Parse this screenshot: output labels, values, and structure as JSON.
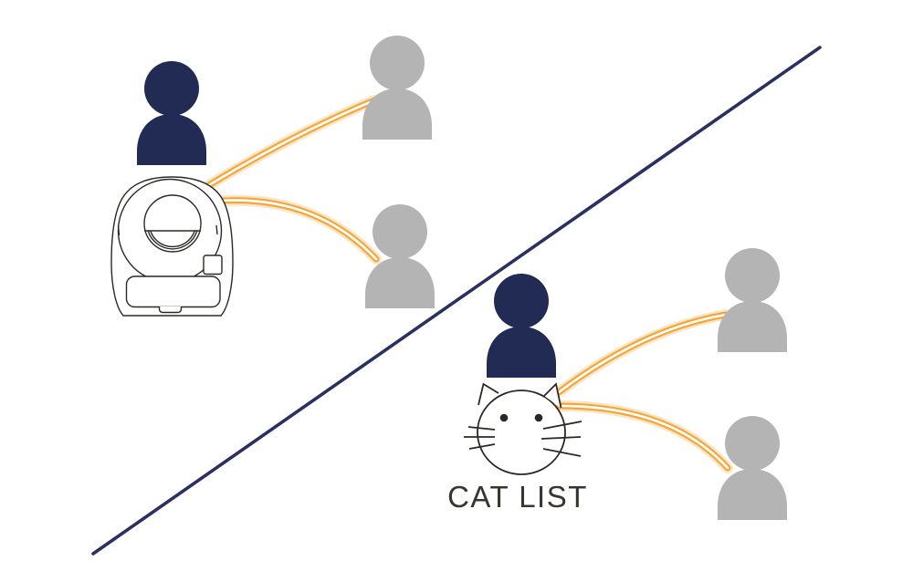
{
  "colors": {
    "background": "#ffffff",
    "navy": "#212b53",
    "gray": "#b4b4b4",
    "accent": "#f6a637",
    "outline": "#2c2825",
    "divider": "#2a3160",
    "label": "#383430"
  },
  "diagram": {
    "divider": "diagonal-line",
    "left_group": {
      "device": "litter-robot",
      "owner_icon": "navy-person",
      "shared_users": [
        "gray-person",
        "gray-person"
      ],
      "connections": 2
    },
    "right_group": {
      "device": "cat-face",
      "device_label": "CAT LIST",
      "owner_icon": "navy-person",
      "shared_users": [
        "gray-person",
        "gray-person"
      ],
      "connections": 2
    }
  }
}
